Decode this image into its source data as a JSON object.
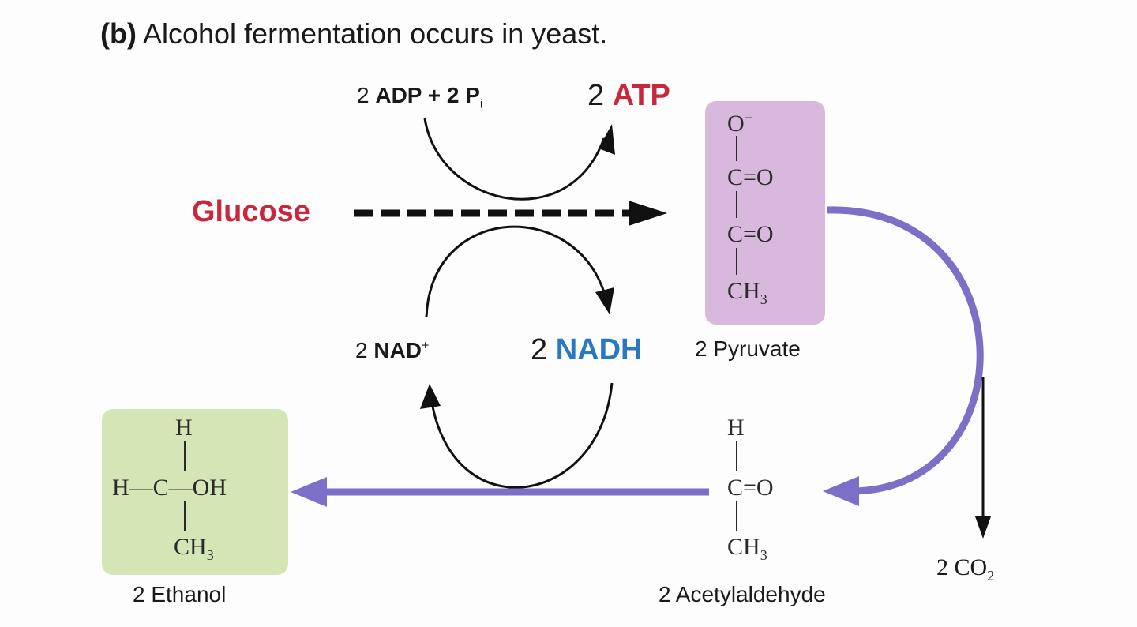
{
  "title": {
    "part": "(b)",
    "text": "Alcohol fermentation occurs in yeast."
  },
  "labels": {
    "glucose": "Glucose",
    "adp_prefix": "2 ",
    "adp_bold": "ADP",
    "adp_plus": " + 2 P",
    "adp_sub": "i",
    "atp_prefix": "2 ",
    "atp_bold": "ATP",
    "nad_prefix": "2 ",
    "nad_bold": "NAD",
    "nad_sup": "+",
    "nadh_prefix": "2 ",
    "nadh_bold": "NADH",
    "pyruvate": "2 Pyruvate",
    "ethanol": "2 Ethanol",
    "acetylaldehyde": "2 Acetylaldehyde",
    "co2_prefix": "2 CO",
    "co2_sub": "2"
  },
  "pyruvate_structure": {
    "o_minus": "O",
    "minus": "−",
    "c1": "C=O",
    "c2": "C=O",
    "ch3": "CH",
    "sub3": "3"
  },
  "acetaldehyde_structure": {
    "h": "H",
    "c": "C=O",
    "ch3": "CH",
    "sub3": "3"
  },
  "ethanol_structure": {
    "h": "H",
    "row": "H—C—OH",
    "ch3": "CH",
    "sub3": "3"
  },
  "colors": {
    "red": "#c8283c",
    "blue": "#2a78c0",
    "purple_arrow": "#7b6fc8",
    "pyruvate_box": "#d8b8dc",
    "ethanol_box": "#d4e6b6"
  }
}
